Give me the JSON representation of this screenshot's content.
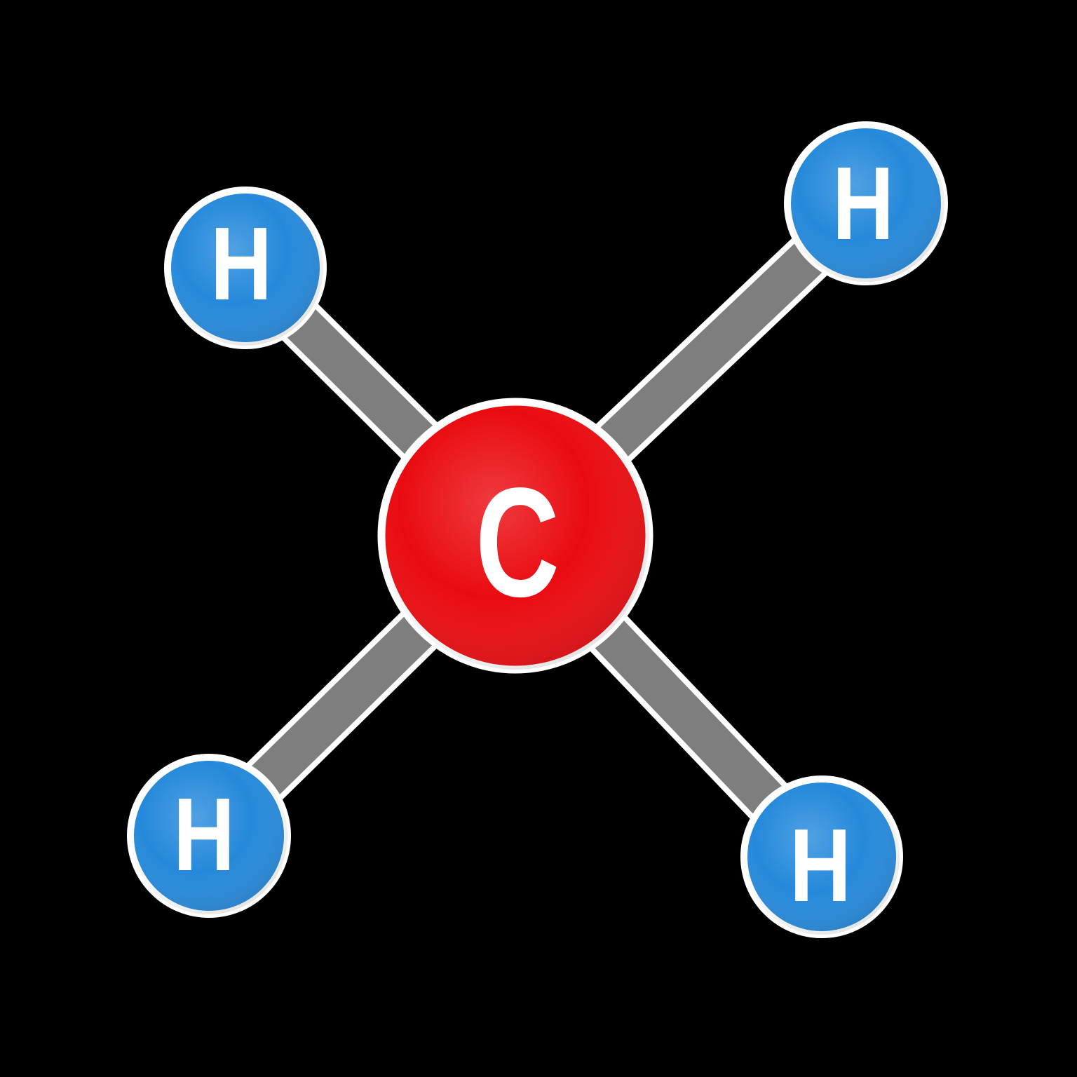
{
  "atoms": {
    "carbon": {
      "label": "C"
    },
    "hydrogen_top_left": {
      "label": "H"
    },
    "hydrogen_top_right": {
      "label": "H"
    },
    "hydrogen_bottom_left": {
      "label": "H"
    },
    "hydrogen_bottom_right": {
      "label": "H"
    }
  },
  "colors": {
    "carbon_fill": "#ea0b10",
    "hydrogen_fill": "#2589db",
    "bond_fill": "#7e7e7e",
    "outline": "#ffffff",
    "label_text": "#ffffff",
    "background": "#000000"
  }
}
